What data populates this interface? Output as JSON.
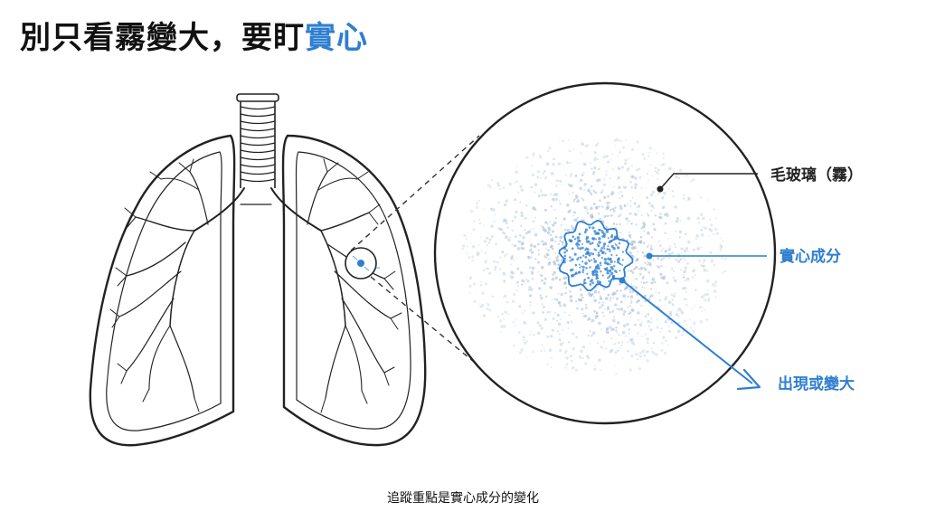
{
  "title": {
    "main": "別只看霧變大，要盯",
    "accent": "實心"
  },
  "labels": {
    "ground_glass": "毛玻璃（霧）",
    "solid_component": "實心成分",
    "appear_or_grow": "出現或變大"
  },
  "caption": "追蹤重點是實心成分的變化",
  "colors": {
    "accent": "#2f7fd0",
    "line": "#222222",
    "haze": "#9fb8d8"
  }
}
